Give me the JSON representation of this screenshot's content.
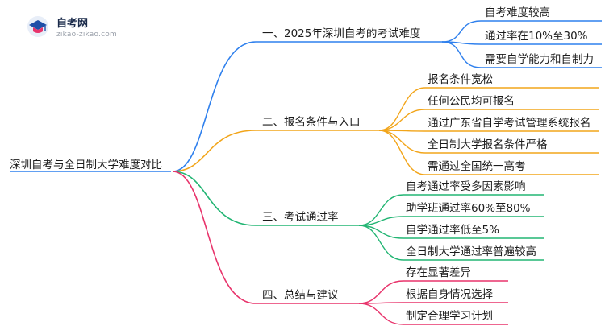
{
  "logo": {
    "title": "自考网",
    "subtitle": "zikao-zikao.com",
    "icon": "graduation-cap-icon"
  },
  "root": "深圳自考与全日制大学难度对比",
  "colors": {
    "blue": "#2f80ed",
    "orange": "#f2a51a",
    "green": "#22b573",
    "pink": "#e8336b",
    "root_line": "#2f80ed"
  },
  "branches": [
    {
      "label": "一、2025年深圳自考的考试难度",
      "color": "blue",
      "children": [
        "自考难度较高",
        "通过率在10%至30%",
        "需要自学能力和自制力"
      ]
    },
    {
      "label": "二、报名条件与入口",
      "color": "orange",
      "children": [
        "报名条件宽松",
        "任何公民均可报名",
        "通过广东省自学考试管理系统报名",
        "全日制大学报名条件严格",
        "需通过全国统一高考"
      ]
    },
    {
      "label": "三、考试通过率",
      "color": "green",
      "children": [
        "自考通过率受多因素影响",
        "助学班通过率60%至80%",
        "自学通过率低至5%",
        "全日制大学通过率普遍较高"
      ]
    },
    {
      "label": "四、总结与建议",
      "color": "pink",
      "children": [
        "存在显著差异",
        "根据自身情况选择",
        "制定合理学习计划"
      ]
    }
  ]
}
